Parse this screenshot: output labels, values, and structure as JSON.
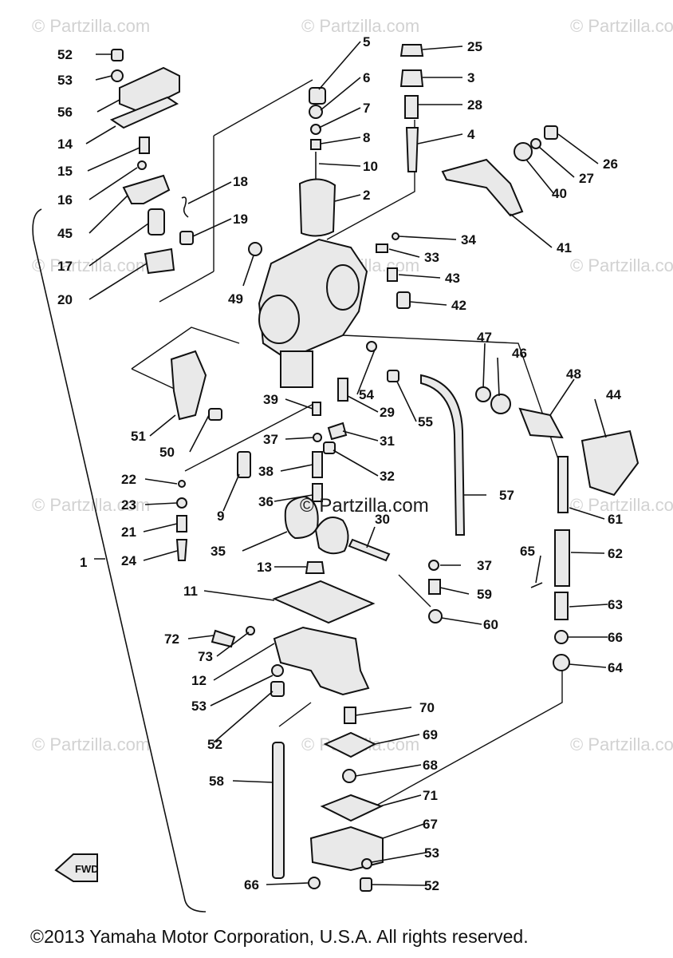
{
  "watermark": "© Partzilla.com",
  "center_watermark": "© Partzilla.com",
  "copyright": "©2013 Yamaha Motor Corporation, U.S.A. All rights reserved.",
  "fwd_label": "FWD",
  "callouts": [
    "52",
    "53",
    "56",
    "14",
    "15",
    "16",
    "45",
    "17",
    "20",
    "18",
    "19",
    "5",
    "6",
    "7",
    "8",
    "10",
    "2",
    "49",
    "25",
    "3",
    "28",
    "4",
    "26",
    "27",
    "40",
    "41",
    "34",
    "33",
    "43",
    "42",
    "47",
    "46",
    "48",
    "44",
    "51",
    "50",
    "39",
    "54",
    "29",
    "55",
    "37",
    "31",
    "38",
    "32",
    "9",
    "22",
    "23",
    "21",
    "24",
    "36",
    "35",
    "30",
    "57",
    "61",
    "62",
    "65",
    "63",
    "1",
    "13",
    "37",
    "59",
    "60",
    "66",
    "64",
    "11",
    "72",
    "73",
    "12",
    "53",
    "52",
    "70",
    "69",
    "68",
    "58",
    "71",
    "67",
    "53",
    "52",
    "66"
  ]
}
